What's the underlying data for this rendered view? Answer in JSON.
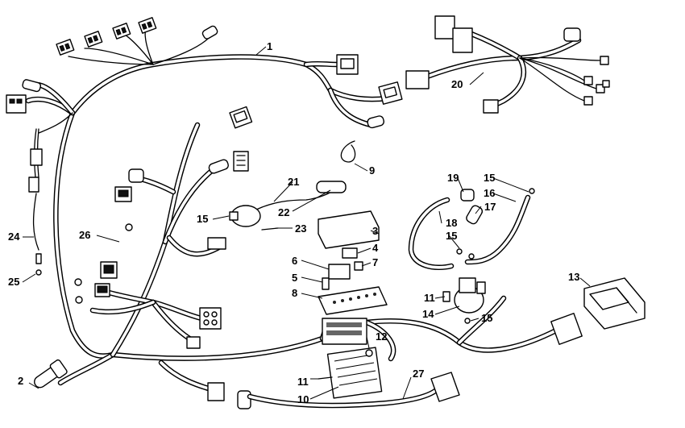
{
  "callouts": [
    "1",
    "2",
    "3",
    "4",
    "5",
    "6",
    "7",
    "8",
    "9",
    "10",
    "11",
    "11",
    "12",
    "13",
    "14",
    "15",
    "15",
    "15",
    "15",
    "16",
    "17",
    "18",
    "19",
    "20",
    "21",
    "22",
    "23",
    "24",
    "25",
    "26",
    "27"
  ]
}
